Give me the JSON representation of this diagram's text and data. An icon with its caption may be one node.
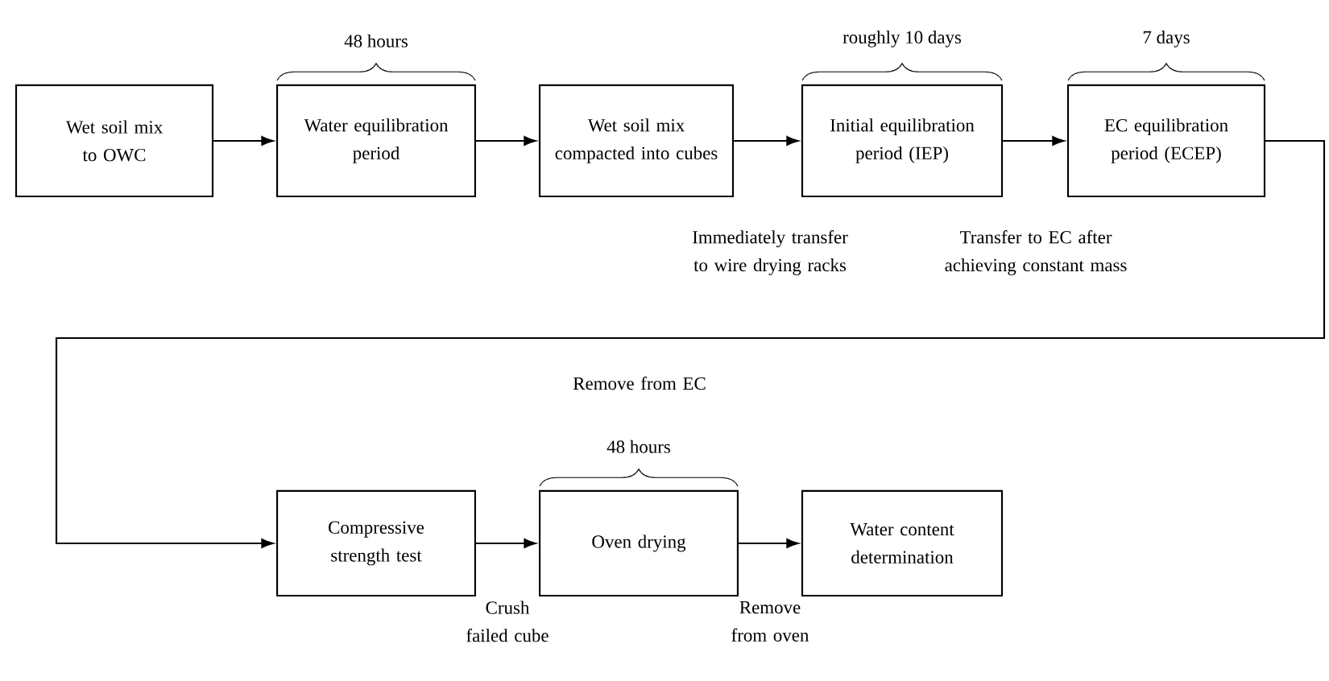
{
  "diagram": {
    "nodes": [
      {
        "text": [
          "Wet soil mix to OWC"
        ]
      },
      {
        "text": [
          "Water equilibration period"
        ],
        "beside": [
          "48 hours"
        ]
      },
      {
        "text": [
          "Wet soil mix compacted into cubes"
        ]
      },
      {
        "text": [
          "Initial equilibration period (IEP)"
        ],
        "beside": [
          "roughly 10 days"
        ]
      },
      {
        "text": [
          "EC equilibration period (ECEP)"
        ],
        "beside": [
          "7 days"
        ]
      },
      {
        "text": [
          "Compressive strength test"
        ]
      },
      {
        "text": [
          "Oven drying"
        ],
        "beside": [
          "48 hours"
        ]
      },
      {
        "text": [
          "Water content determination"
        ]
      }
    ],
    "edges": [
      {
        "from": 0,
        "to": 1,
        "arrow": "to"
      },
      {
        "from": 1,
        "to": 2,
        "arrow": "to"
      },
      {
        "from": 2,
        "to": 3,
        "arrow": "to",
        "label": "Immediately transfer to wire drying racks"
      },
      {
        "from": 3,
        "to": 4,
        "arrow": "to",
        "label": "Transfer to EC after achieving constant mass"
      },
      {
        "from": 4,
        "to": 5,
        "arrow": "to",
        "label": "Remove from EC"
      },
      {
        "from": 5,
        "to": 6,
        "arrow": "to",
        "label": "Crush failed cube"
      },
      {
        "from": 6,
        "to": 7,
        "arrow": "to",
        "label": "Remove from oven"
      }
    ]
  }
}
